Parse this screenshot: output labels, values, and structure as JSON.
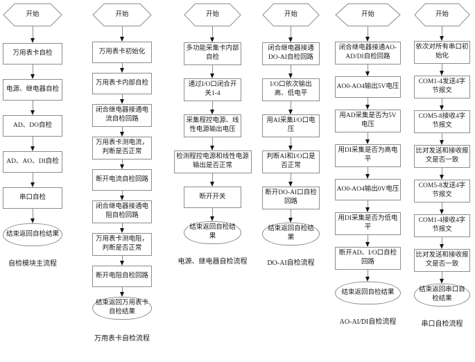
{
  "colors": {
    "background": "#ffffff",
    "box_border": "#8c8c8c",
    "connector_line": "#8a8a8a",
    "arrowhead": "#141414",
    "text": "#1a1a1a"
  },
  "flowcharts": [
    {
      "caption": "自检模块主流程",
      "start": "开始",
      "steps": [
        "万用表卡自检",
        "电源、继电器自检",
        "AD、DO自检",
        "AD、AO、DI自检",
        "串口自检"
      ],
      "end": "结束返回自检结果"
    },
    {
      "caption": "万用表卡自检流程",
      "start": "开始",
      "steps": [
        "万用表卡初始化",
        "万用表卡内部自检",
        "闭合继电器接通电流自检回路",
        "万用表卡测电流，判断是否正常",
        "断开电流自检回路",
        "闭合继电器接通电阻自检回路",
        "万用表卡测电阻，判断是否正常",
        "断开电阻自检回路"
      ],
      "end": "结束返回万用表卡自检结果"
    },
    {
      "caption": "电源、继电器自检流程",
      "start": "开始",
      "steps": [
        "多功能采集卡内部自检",
        "通过I/O口闭合开关1-4",
        "采集程控电源、线性电源输出电压",
        "检测程控电源和线性电源输出是否正常",
        "断开开关"
      ],
      "end": "结束返回自检结果"
    },
    {
      "caption": "DO-AI自检流程",
      "start": "开始",
      "steps": [
        "闭合继电器接通DO-AI自检回路",
        "I/O口依次输出高、低电平",
        "用AI采集I/O口电压",
        "判断AI和I/O口是否正常",
        "断开DO-AI口自检回路"
      ],
      "end": "结束返回自检结果"
    },
    {
      "caption": "AO-AI/DI自检流程",
      "start": "开始",
      "steps": [
        "闭合继电器接通AO-AD/DI自检回路",
        "AO0-AO4输出5V电压",
        "用AD采集是否为5V电压",
        "用DI采集是否为高电平",
        "AO0-AO4输出0V电压",
        "用DI采集是否为低电平",
        "断开AD、I/O口自检回路"
      ],
      "end": "结束返回自检结果"
    },
    {
      "caption": "串口自检流程",
      "start": "开始",
      "steps": [
        "依次对所有串口初始化",
        "COM1-4发送4字节报文",
        "COM5-8接收4字节报文",
        "比对发送和接收报文是否一致",
        "COM5-8发送4字节报文",
        "COM1-4接收4字节报文",
        "比对发送和接收报文是否一致"
      ],
      "end": "结束返回串口自检结果"
    }
  ]
}
